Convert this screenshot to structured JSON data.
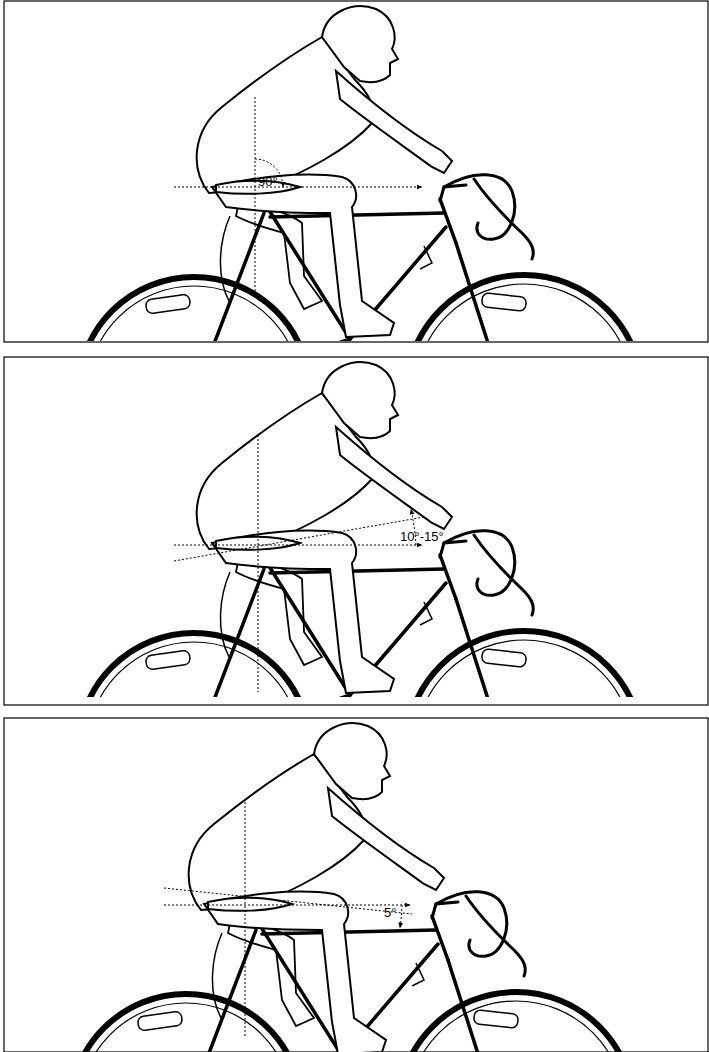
{
  "diagram": {
    "labels": [
      "90°",
      "10°-15°",
      "5°"
    ]
  }
}
